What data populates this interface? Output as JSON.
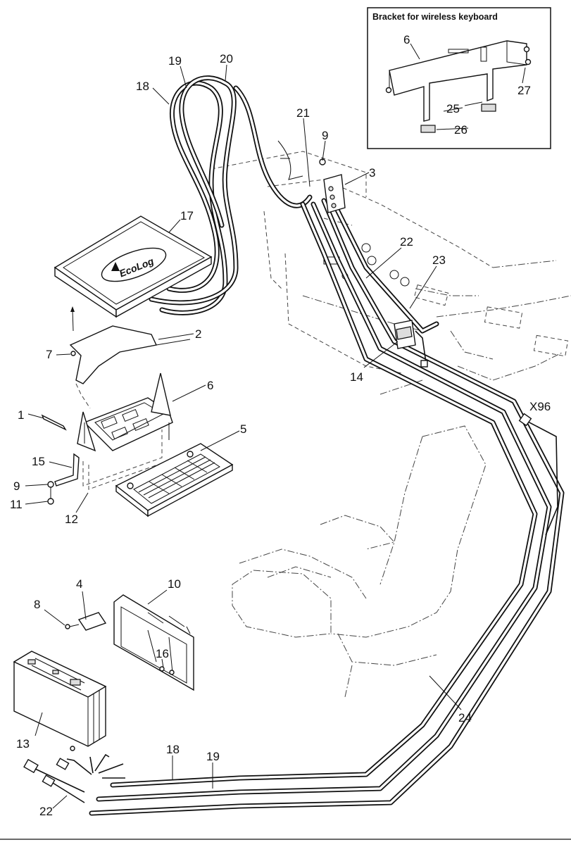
{
  "inset": {
    "title": "Bracket for wireless keyboard"
  },
  "logo": {
    "text": "EcoLog"
  },
  "callouts": {
    "c1": "1",
    "c2": "2",
    "c3": "3",
    "c4": "4",
    "c5": "5",
    "c6_main": "6",
    "c6_inset": "6",
    "c7": "7",
    "c8": "8",
    "c9_top": "9",
    "c9_mid": "9",
    "c10": "10",
    "c11": "11",
    "c12": "12",
    "c13": "13",
    "c14": "14",
    "c15": "15",
    "c16": "16",
    "c17": "17",
    "c18_top": "18",
    "c18_bottom": "18",
    "c19_top": "19",
    "c19_bottom": "19",
    "c20": "20",
    "c21": "21",
    "c22_mid": "22",
    "c22_bottom": "22",
    "c23": "23",
    "c24": "24",
    "c25": "25",
    "c26": "26",
    "c27": "27",
    "cX96": "X96"
  }
}
